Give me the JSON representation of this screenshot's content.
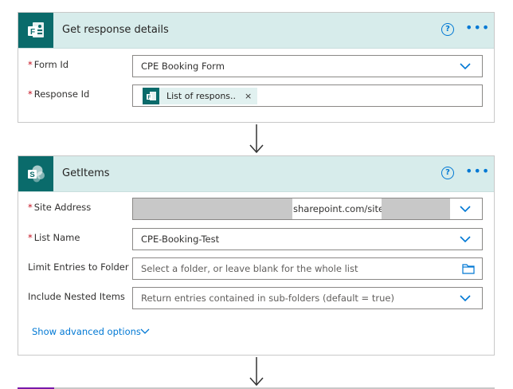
{
  "card1": {
    "title": "Get response details",
    "fields": [
      {
        "label": "Form Id",
        "required": "*",
        "value": "CPE Booking Form"
      },
      {
        "label": "Response Id",
        "required": "*",
        "token": "List of respons...",
        "token_close": "×"
      }
    ]
  },
  "card2": {
    "title": "GetItems",
    "fields": [
      {
        "label": "Site Address",
        "required": "*",
        "value": "sharepoint.com/sites"
      },
      {
        "label": "List Name",
        "required": "*",
        "value": "CPE-Booking-Test"
      },
      {
        "label": "Limit Entries to Folder",
        "placeholder": "Select a folder, or leave blank for the whole list"
      },
      {
        "label": "Include Nested Items",
        "placeholder": "Return entries contained in sub-folders (default = true)"
      }
    ],
    "advanced_label": "Show advanced options"
  },
  "icons": {
    "help": "help-icon",
    "more": "more-options-icon",
    "forms": "microsoft-forms-icon",
    "sharepoint": "sharepoint-icon"
  },
  "colors": {
    "header_bg": "#d7eceb",
    "app_icon_bg": "#0a6b6b",
    "accent": "#0078d4",
    "required": "#c50f1f"
  }
}
